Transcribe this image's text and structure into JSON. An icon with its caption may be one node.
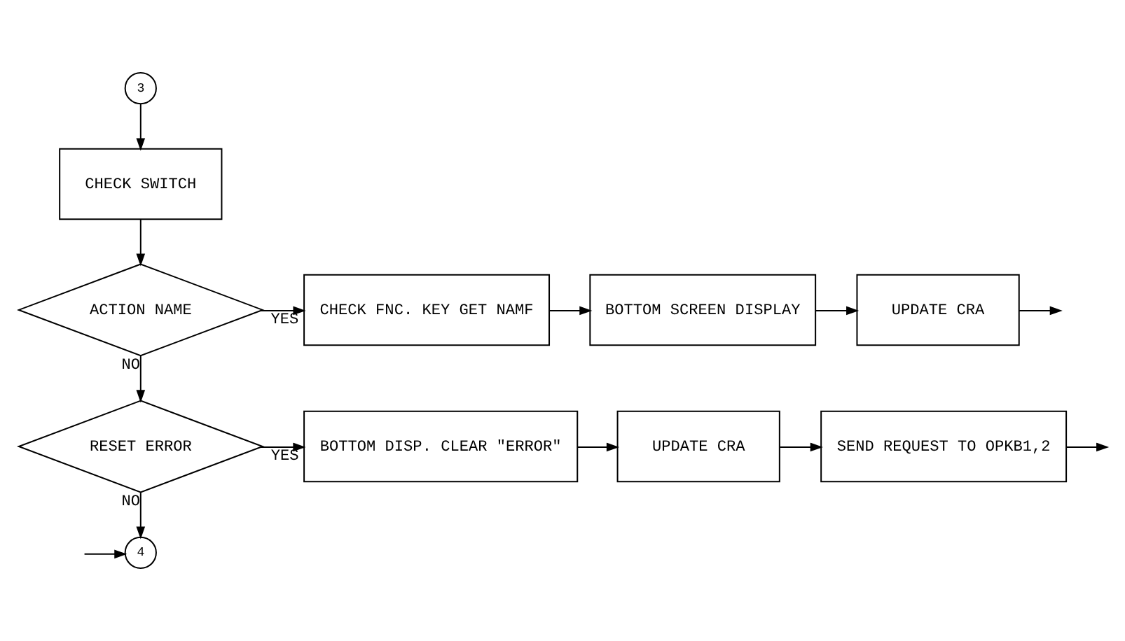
{
  "diagram": {
    "nodes": [
      {
        "text": [
          "3"
        ]
      },
      {
        "text": [
          "CHECK SWITCH"
        ]
      },
      {
        "text": [
          "ACTION NAME"
        ]
      },
      {
        "text": [
          "CHECK FNC. KEY GET NAMF"
        ]
      },
      {
        "text": [
          "BOTTOM SCREEN DISPLAY"
        ]
      },
      {
        "text": [
          "UPDATE CRA"
        ]
      },
      {
        "text": [
          "RESET ERROR"
        ]
      },
      {
        "text": [
          "BOTTOM DISP. CLEAR \"ERROR\""
        ]
      },
      {
        "text": [
          "UPDATE CRA"
        ]
      },
      {
        "text": [
          "SEND REQUEST TO OPKB1,2"
        ]
      },
      {
        "text": [
          "4"
        ]
      }
    ],
    "edges": [
      {
        "from": 0,
        "to": 1,
        "arrow": "to"
      },
      {
        "from": 1,
        "to": 2,
        "arrow": "to"
      },
      {
        "from": 2,
        "to": 3,
        "label": "YES",
        "arrow": "to"
      },
      {
        "from": 3,
        "to": 4,
        "arrow": "to"
      },
      {
        "from": 4,
        "to": 5,
        "arrow": "to"
      },
      {
        "from": 5,
        "to": null,
        "arrow": "to"
      },
      {
        "from": 2,
        "to": 6,
        "label": "NO",
        "arrow": "to"
      },
      {
        "from": 6,
        "to": 7,
        "label": "YES",
        "arrow": "to"
      },
      {
        "from": 7,
        "to": 8,
        "arrow": "to"
      },
      {
        "from": 8,
        "to": 9,
        "arrow": "to"
      },
      {
        "from": 9,
        "to": null,
        "arrow": "to"
      },
      {
        "from": 6,
        "to": 10,
        "label": "NO",
        "arrow": "to"
      },
      {
        "from": null,
        "to": 10,
        "arrow": "to"
      }
    ]
  }
}
